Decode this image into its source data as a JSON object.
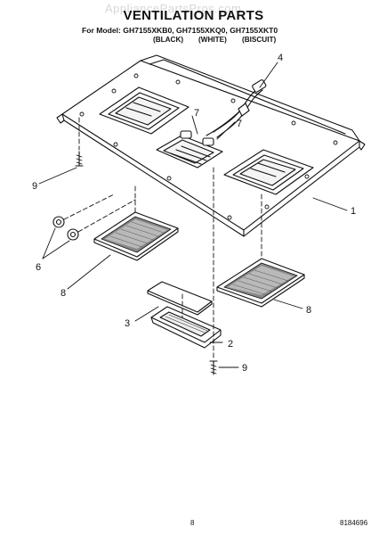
{
  "watermark": "AppliancePartsPros.com",
  "title": "VENTILATION PARTS",
  "models_line": "For Model: GH7155XKB0, GH7155XKQ0, GH7155XKT0",
  "colors": [
    "(BLACK)",
    "(WHITE)",
    "(BISCUIT)"
  ],
  "callouts": {
    "c1": "1",
    "c2": "2",
    "c3": "3",
    "c4": "4",
    "c6": "6",
    "c7a": "7",
    "c7b": "7",
    "c8a": "8",
    "c8b": "8",
    "c9a": "9",
    "c9b": "9"
  },
  "page_number": "8",
  "doc_number": "8184696"
}
